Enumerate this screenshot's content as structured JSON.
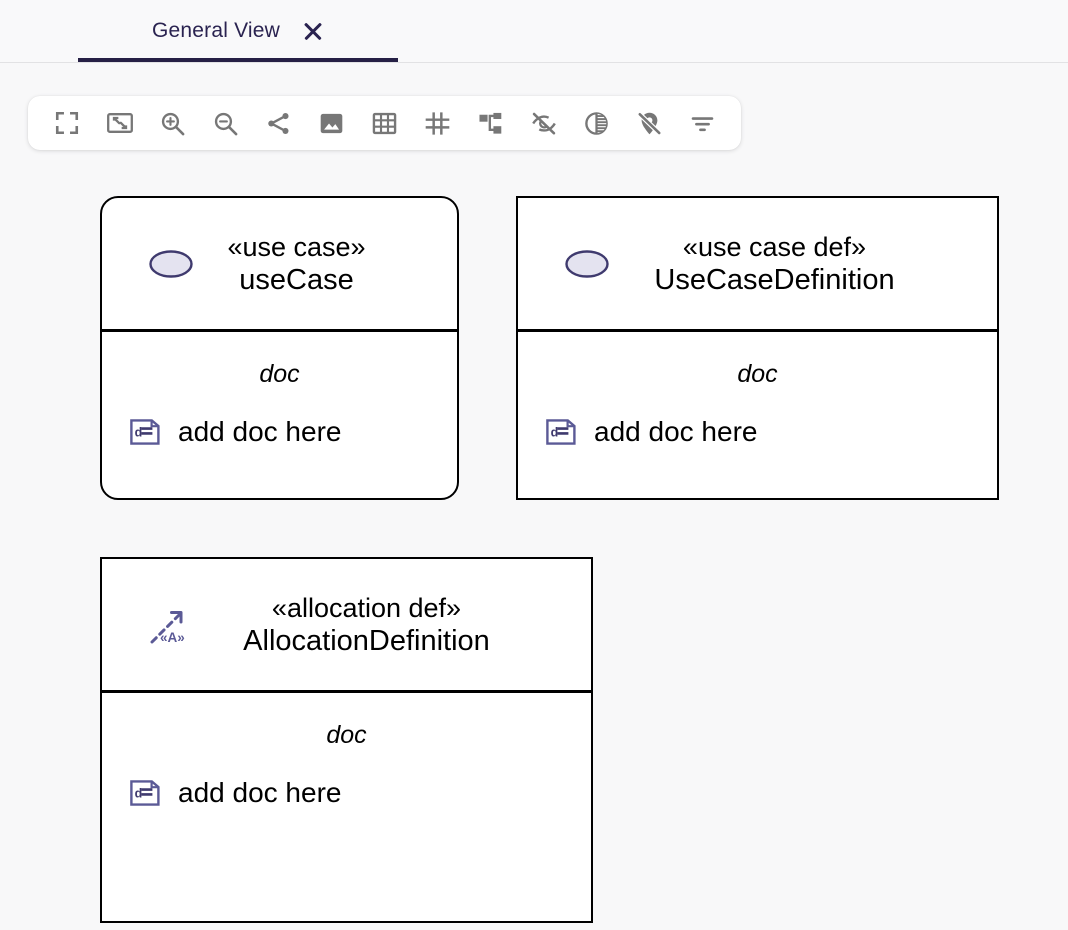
{
  "tabs": [
    {
      "label": "General View",
      "active": true,
      "close_icon": "close-icon"
    }
  ],
  "toolbar": {
    "buttons": [
      {
        "name": "fit-to-screen-button",
        "icon": "fit-screen-icon",
        "title": "Fit to screen"
      },
      {
        "name": "zoom-to-fit-button",
        "icon": "fit-image-icon",
        "title": "Zoom to fit"
      },
      {
        "name": "zoom-in-button",
        "icon": "zoom-in-icon",
        "title": "Zoom in"
      },
      {
        "name": "zoom-out-button",
        "icon": "zoom-out-icon",
        "title": "Zoom out"
      },
      {
        "name": "share-button",
        "icon": "share-icon",
        "title": "Share"
      },
      {
        "name": "export-image-button",
        "icon": "image-icon",
        "title": "Export image"
      },
      {
        "name": "grid-button",
        "icon": "grid-icon",
        "title": "Grid"
      },
      {
        "name": "snap-to-grid-button",
        "icon": "hash-grid-icon",
        "title": "Snap to grid"
      },
      {
        "name": "layout-tree-button",
        "icon": "hierarchy-icon",
        "title": "Auto layout"
      },
      {
        "name": "hide-elements-button",
        "icon": "eye-off-icon",
        "title": "Hide elements"
      },
      {
        "name": "contrast-button",
        "icon": "contrast-icon",
        "title": "Contrast"
      },
      {
        "name": "hide-markers-button",
        "icon": "location-off-icon",
        "title": "Hide markers"
      },
      {
        "name": "filter-button",
        "icon": "filter-icon",
        "title": "Filter"
      }
    ]
  },
  "diagram": {
    "nodes": [
      {
        "id": "use-case",
        "shape": "rounded",
        "icon": "use-case-ellipse-icon",
        "stereotype": "«use case»",
        "name": "useCase",
        "compartment_title": "doc",
        "doc_icon": "documentation-icon",
        "doc_text": "add doc here"
      },
      {
        "id": "use-case-definition",
        "shape": "rectangle",
        "icon": "use-case-ellipse-icon",
        "stereotype": "«use case def»",
        "name": "UseCaseDefinition",
        "compartment_title": "doc",
        "doc_icon": "documentation-icon",
        "doc_text": "add doc here"
      },
      {
        "id": "allocation-definition",
        "shape": "rectangle",
        "icon": "allocation-arrow-icon",
        "icon_label": "«A»",
        "stereotype": "«allocation def»",
        "name": "AllocationDefinition",
        "compartment_title": "doc",
        "doc_icon": "documentation-icon",
        "doc_text": "add doc here"
      }
    ]
  },
  "colors": {
    "tab_accent": "#262045",
    "tab_text": "#2a2350",
    "canvas_bg": "#f8f8f9",
    "node_border": "#000000",
    "node_fill": "#ffffff",
    "icon_purple": "#5b5a96",
    "icon_purple_dark": "#3f3a6e",
    "icon_fill_light": "#e2e1ef",
    "toolbar_icon": "#777777"
  }
}
